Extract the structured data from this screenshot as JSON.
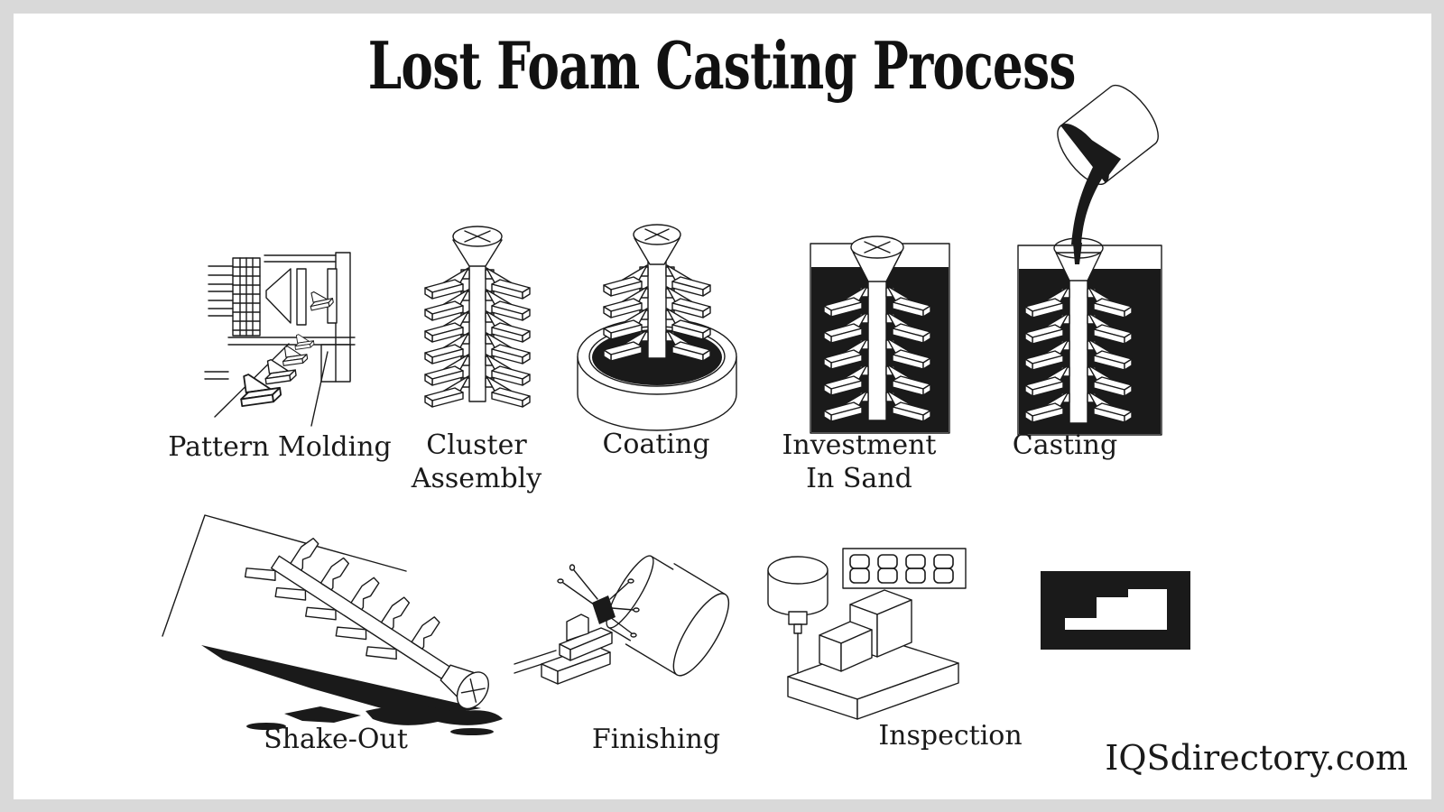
{
  "title": "Lost Foam Casting Process",
  "watermark": "IQSdirectory.com",
  "colors": {
    "frame": "#d9d9d9",
    "canvas": "#ffffff",
    "ink": "#1a1a1a"
  },
  "icons": [
    "pattern-molding-machine-icon",
    "cluster-assembly-icon",
    "coating-dip-tank-icon",
    "investment-in-sand-flask-icon",
    "casting-pour-crucible-icon",
    "shake-out-icon",
    "finishing-grinder-icon",
    "inspection-cmm-icon",
    "finished-part-icon"
  ],
  "steps": [
    {
      "id": "pattern-molding",
      "line1": "Pattern Molding",
      "line2": ""
    },
    {
      "id": "cluster-assembly",
      "line1": "Cluster",
      "line2": "Assembly"
    },
    {
      "id": "coating",
      "line1": "Coating",
      "line2": ""
    },
    {
      "id": "investment-in-sand",
      "line1": "Investment",
      "line2": "In Sand"
    },
    {
      "id": "casting",
      "line1": "Casting",
      "line2": ""
    },
    {
      "id": "shake-out",
      "line1": "Shake-Out",
      "line2": ""
    },
    {
      "id": "finishing",
      "line1": "Finishing",
      "line2": ""
    },
    {
      "id": "inspection",
      "line1": "Inspection",
      "line2": ""
    }
  ]
}
